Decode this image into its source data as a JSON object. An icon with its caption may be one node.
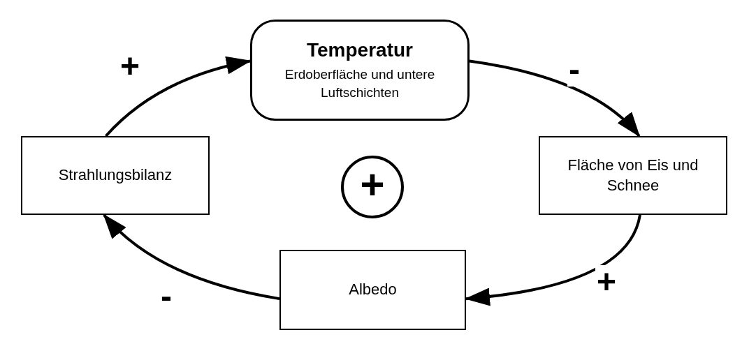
{
  "diagram": {
    "nodes": [
      {
        "text": [
          "Temperatur",
          "Erdoberfläche und untere Luftschichten"
        ]
      },
      {
        "text": [
          "Fläche von Eis und Schnee"
        ]
      },
      {
        "text": [
          "Albedo"
        ]
      },
      {
        "text": [
          "Strahlungsbilanz"
        ]
      },
      {
        "text": [
          "+"
        ]
      }
    ],
    "edges": [
      {
        "from": 3,
        "to": 0,
        "arrow": "to",
        "label": "+"
      },
      {
        "from": 0,
        "to": 1,
        "arrow": "to",
        "label": "-"
      },
      {
        "from": 1,
        "to": 2,
        "arrow": "to",
        "label": "+"
      },
      {
        "from": 2,
        "to": 3,
        "arrow": "to",
        "label": "-"
      }
    ]
  }
}
